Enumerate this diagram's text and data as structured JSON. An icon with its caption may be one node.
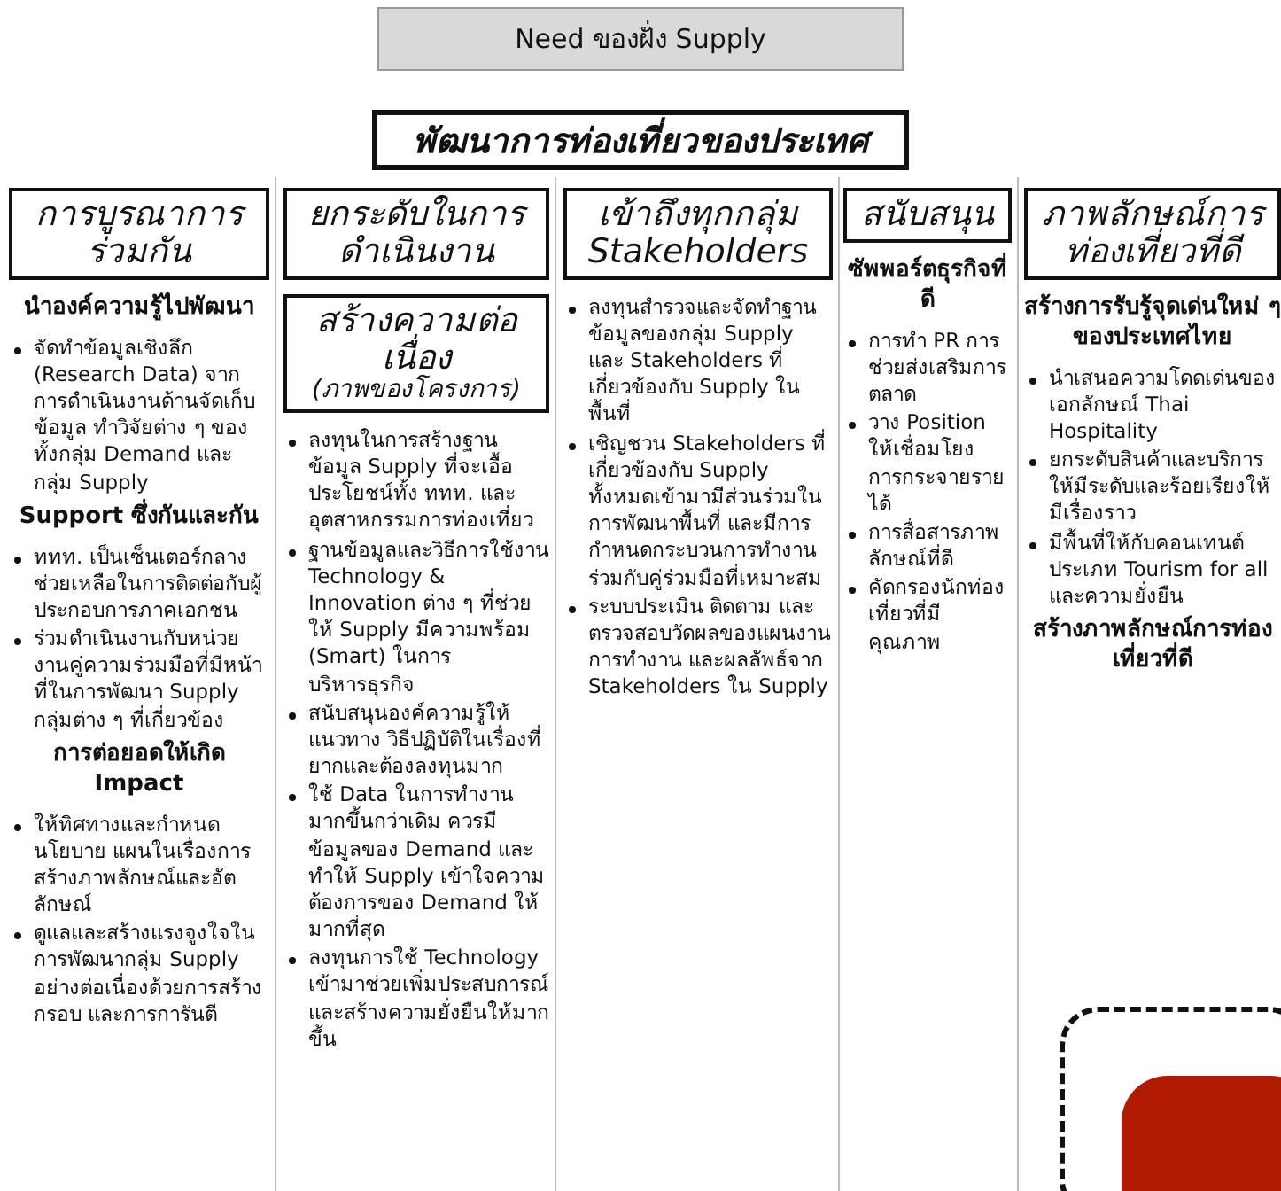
{
  "diagram": {
    "nodes": [
      {
        "text": [
          "Need ของฝั่ง Supply"
        ]
      },
      {
        "text": [
          "พัฒนาการท่องเที่ยวของประเทศ"
        ]
      },
      {
        "text": [
          "การบูรณาการร่วมกัน"
        ]
      },
      {
        "text": [
          "ยกระดับในการดำเนินงาน"
        ]
      },
      {
        "text": [
          "สร้างความต่อเนื่อง",
          "(ภาพของโครงการ)"
        ]
      },
      {
        "text": [
          "เข้าถึงทุกกลุ่ม Stakeholders"
        ]
      },
      {
        "text": [
          "สนับสนุน"
        ]
      },
      {
        "text": [
          "ภาพลักษณ์การท่องเที่ยวที่ดี"
        ]
      },
      {
        "text": [],
        "shape": "box"
      },
      {
        "text": [],
        "shape": "box",
        "in": 8
      }
    ],
    "labels": [
      "นำองค์ความรู้ไปพัฒนา",
      "จัดทำข้อมูลเชิงลึก (Research Data) จากการดำเนินงานด้านจัดเก็บข้อมูล ทำวิจัยต่าง ๆ ของทั้งกลุ่ม Demand และกลุ่ม Supply",
      "Support ซึ่งกันและกัน",
      "ททท. เป็นเซ็นเตอร์กลางช่วยเหลือในการติดต่อกับผู้ประกอบการภาคเอกชน",
      "ร่วมดำเนินงานกับหน่วยงานคู่ความร่วมมือที่มีหน้าที่ในการพัฒนา Supply กลุ่มต่าง ๆ ที่เกี่ยวข้อง",
      "การต่อยอดให้เกิด Impact",
      "ให้ทิศทางและกำหนดนโยบาย แผนในเรื่องการสร้างภาพลักษณ์และอัตลักษณ์",
      "ดูแลและสร้างแรงจูงใจในการพัฒนากลุ่ม Supply อย่างต่อเนื่องด้วยการสร้างกรอบ และการการันตี",
      "ลงทุนในการสร้างฐานข้อมูล Supply ที่จะเอื้อประโยชน์ทั้ง ททท. และอุตสาหกรรมการท่องเที่ยว",
      "ฐานข้อมูลและวิธีการใช้งาน Technology & Innovation ต่าง ๆ ที่ช่วยให้ Supply มีความพร้อม (Smart) ในการบริหารธุรกิจ",
      "สนับสนุนองค์ความรู้ให้แนวทาง วิธีปฏิบัติในเรื่องที่ยากและต้องลงทุนมาก",
      "ใช้ Data ในการทำงานมากขึ้นกว่าเดิม ควรมีข้อมูลของ Demand และทำให้ Supply เข้าใจความต้องการของ Demand ให้มากที่สุด",
      "ลงทุนการใช้ Technology เข้ามาช่วยเพิ่มประสบการณ์และสร้างความยั่งยืนให้มากขึ้น",
      "ลงทุนสำรวจและจัดทำฐานข้อมูลของกลุ่ม Supply และ Stakeholders ที่เกี่ยวข้องกับ Supply ในพื้นที่",
      "เชิญชวน Stakeholders ที่เกี่ยวข้องกับ Supply ทั้งหมดเข้ามามีส่วนร่วมในการพัฒนาพื้นที่ และมีการกำหนดกระบวนการทำงานร่วมกับคู่ร่วมมือที่เหมาะสม",
      "ระบบประเมิน ติดตาม และตรวจสอบวัดผลของแผนงาน การทำงาน และผลลัพธ์จาก Stakeholders ใน Supply",
      "ซัพพอร์ตธุรกิจที่ดี",
      "การทำ PR การช่วยส่งเสริมการตลาด",
      "วาง Position ให้เชื่อมโยงการกระจายรายได้",
      "การสื่อสารภาพลักษณ์ที่ดี",
      "คัดกรองนักท่องเที่ยวที่มีคุณภาพ",
      "สร้างการรับรู้จุดเด่นใหม่ ๆ ของประเทศไทย",
      "นำเสนอความโดดเด่นของเอกลักษณ์ Thai Hospitality",
      "ยกระดับสินค้าและบริการให้มีระดับและร้อยเรียงให้มีเรื่องราว",
      "มีพื้นที่ให้กับคอนเทนต์ประเภท Tourism for all และความยั่งยืน",
      "สร้างภาพลักษณ์การท่องเที่ยวที่ดี"
    ]
  }
}
